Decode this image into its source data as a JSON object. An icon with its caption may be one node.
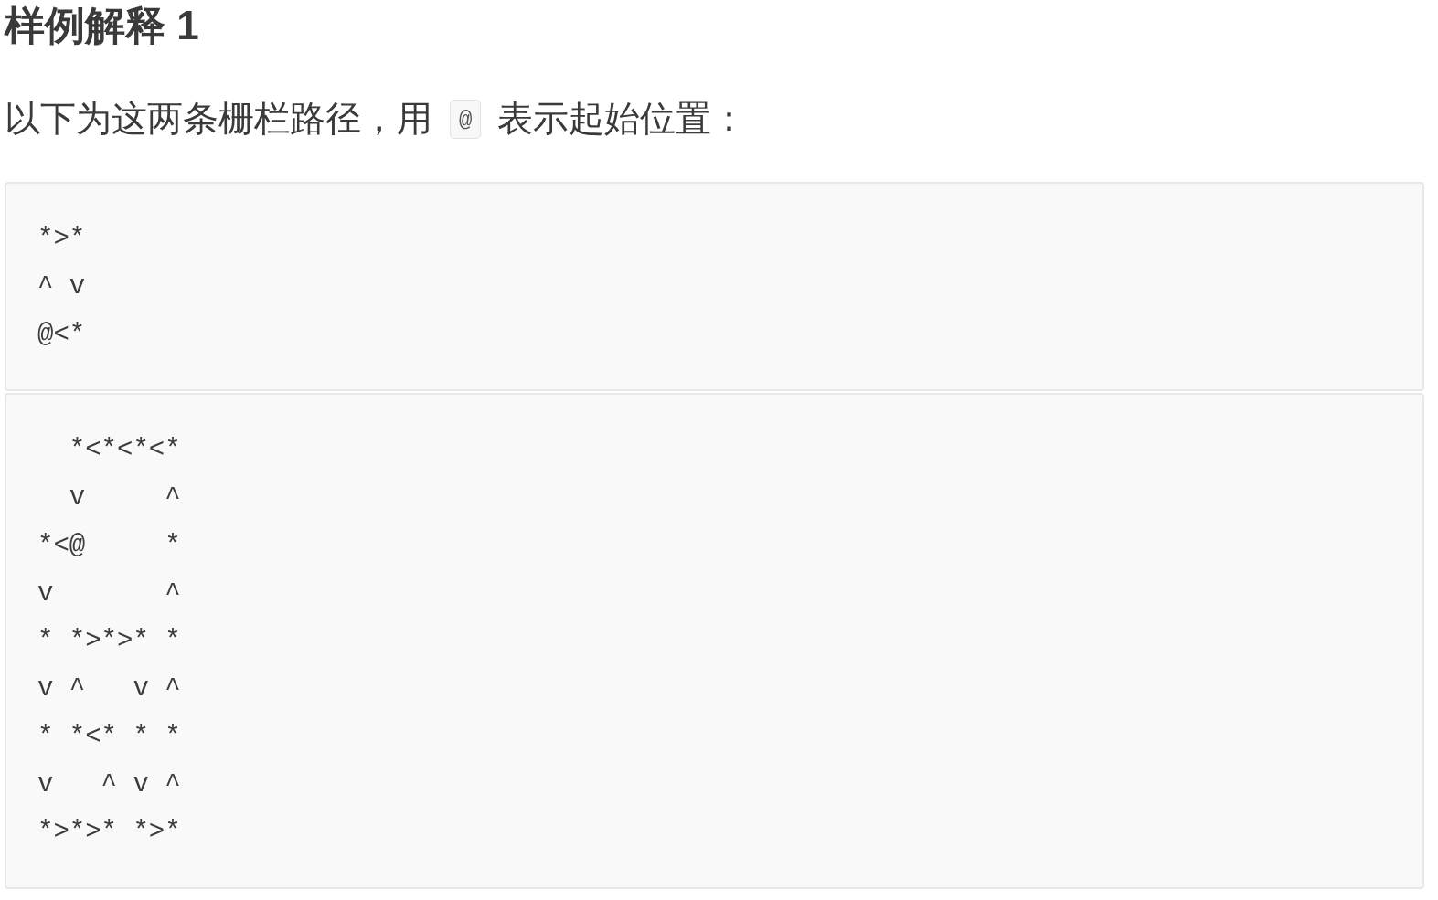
{
  "diagram": {
    "title": "样例解释 1",
    "nodes": [
      {
        "text": [
          "*>*",
          "^ v",
          "@<*"
        ]
      },
      {
        "text": [
          "  *<*<*<*",
          "  v     ^",
          "*<@     *",
          "v       ^",
          "* *>*>* *",
          "v ^   v ^",
          "* *<* * *",
          "v   ^ v ^",
          "*>*>* *>*"
        ]
      }
    ],
    "labels": [
      "以下为这两条栅栏路径，用",
      "@",
      "表示起始位置："
    ]
  }
}
